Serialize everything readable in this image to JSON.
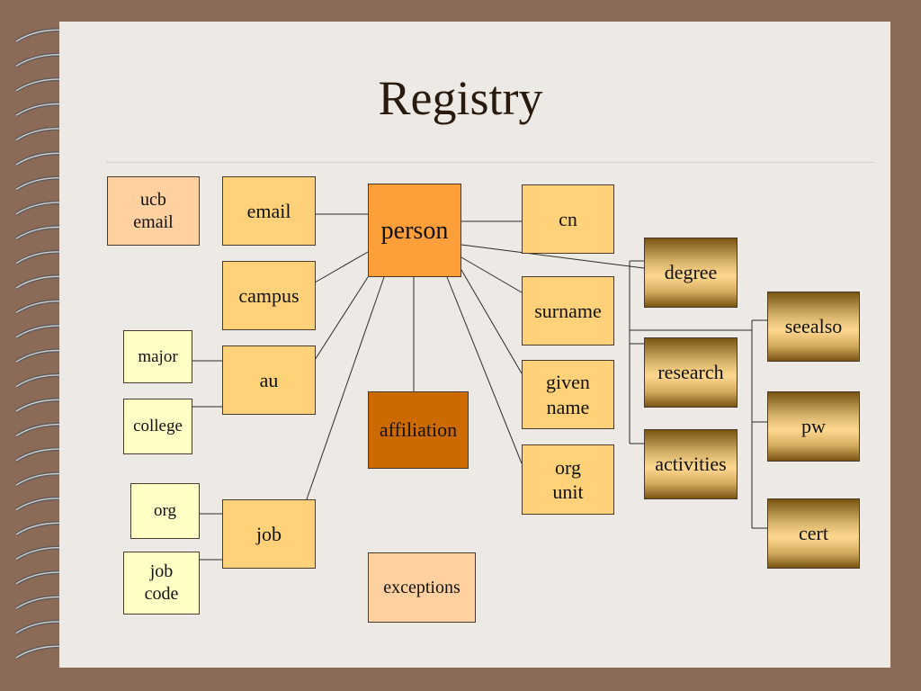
{
  "slide": {
    "title": "Registry"
  },
  "nodes": {
    "ucb_email": "ucb\nemail",
    "email": "email",
    "campus": "campus",
    "major": "major",
    "au": "au",
    "college": "college",
    "org_left": "org",
    "job": "job",
    "job_code": "job\ncode",
    "person": "person",
    "affiliation": "affiliation",
    "exceptions": "exceptions",
    "cn": "cn",
    "surname": "surname",
    "given_name": "given\nname",
    "org_unit": "org\nunit",
    "degree": "degree",
    "research": "research",
    "activities": "activities",
    "seealso": "seealso",
    "pw": "pw",
    "cert": "cert"
  },
  "colors": {
    "background": "#8b6a58",
    "slide": "#ede9e5",
    "person": "#ff9f3a",
    "affiliation": "#cc6a00",
    "attribute": "#ffd27a",
    "light_attribute": "#ffd0a0",
    "sub_attribute": "#ffffc6",
    "gradient_mid": "#ffd890"
  }
}
